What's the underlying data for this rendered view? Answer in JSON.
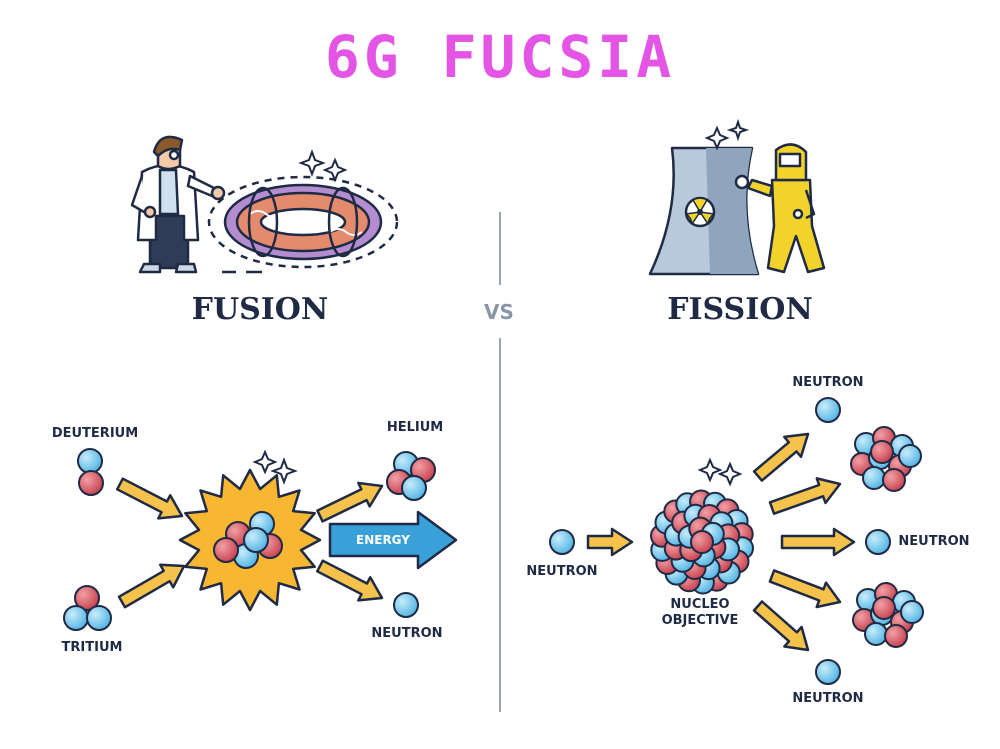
{
  "title": "6G FUCSIA",
  "vs": "VS",
  "fusion": {
    "heading": "FUSION",
    "deuterium": "DEUTERIUM",
    "tritium": "TRITIUM",
    "helium": "HELIUM",
    "energy": "ENERGY",
    "neutron": "NEUTRON"
  },
  "fission": {
    "heading": "FISSION",
    "neutron_in": "NEUTRON",
    "nucleus_line1": "NUCLEO",
    "nucleus_line2": "OBJECTIVE",
    "neutron_top": "NEUTRON",
    "neutron_mid": "NEUTRON",
    "neutron_bottom": "NEUTRON"
  },
  "colors": {
    "title": "#e455e6",
    "proton": "#d9515c",
    "neutron": "#6cc3ea",
    "arrow": "#f5c24c",
    "energy_arrow": "#3aa0d8",
    "ink": "#1f2a44",
    "suit": "#f2d32b",
    "tower": "#b9c9dc"
  }
}
